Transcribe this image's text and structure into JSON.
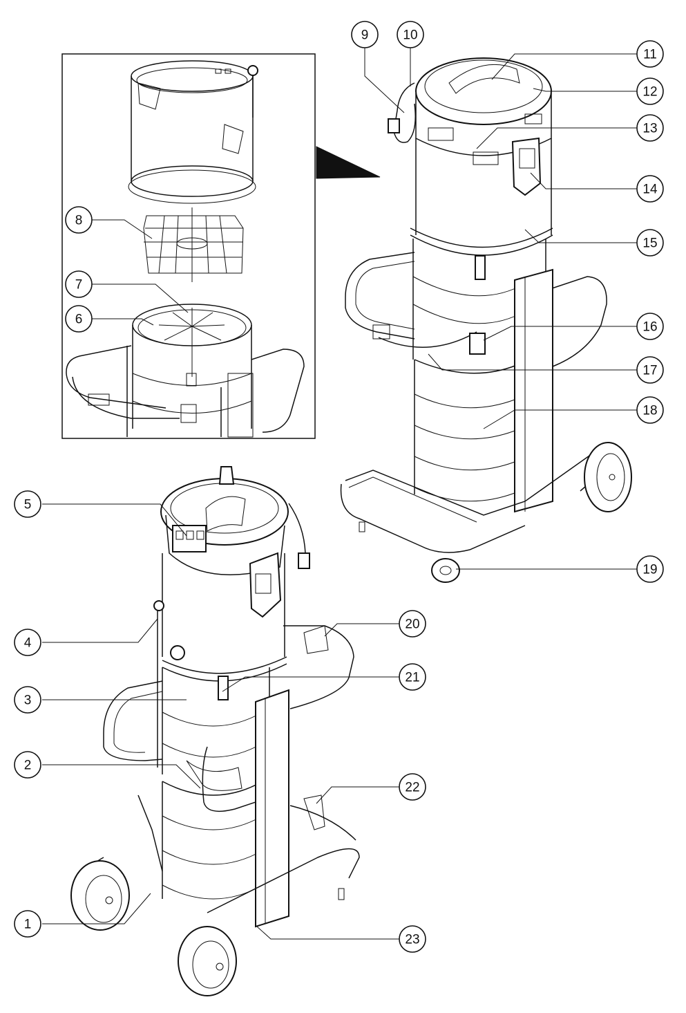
{
  "callouts": [
    {
      "id": "1",
      "label": "1"
    },
    {
      "id": "2",
      "label": "2"
    },
    {
      "id": "3",
      "label": "3"
    },
    {
      "id": "4",
      "label": "4"
    },
    {
      "id": "5",
      "label": "5"
    },
    {
      "id": "6",
      "label": "6"
    },
    {
      "id": "7",
      "label": "7"
    },
    {
      "id": "8",
      "label": "8"
    },
    {
      "id": "9",
      "label": "9"
    },
    {
      "id": "10",
      "label": "10"
    },
    {
      "id": "11",
      "label": "11"
    },
    {
      "id": "12",
      "label": "12"
    },
    {
      "id": "13",
      "label": "13"
    },
    {
      "id": "14",
      "label": "14"
    },
    {
      "id": "15",
      "label": "15"
    },
    {
      "id": "16",
      "label": "16"
    },
    {
      "id": "17",
      "label": "17"
    },
    {
      "id": "18",
      "label": "18"
    },
    {
      "id": "19",
      "label": "19"
    },
    {
      "id": "20",
      "label": "20"
    },
    {
      "id": "21",
      "label": "21"
    },
    {
      "id": "22",
      "label": "22"
    },
    {
      "id": "23",
      "label": "23"
    }
  ],
  "colors": {
    "line": "#111111",
    "background": "#ffffff"
  }
}
